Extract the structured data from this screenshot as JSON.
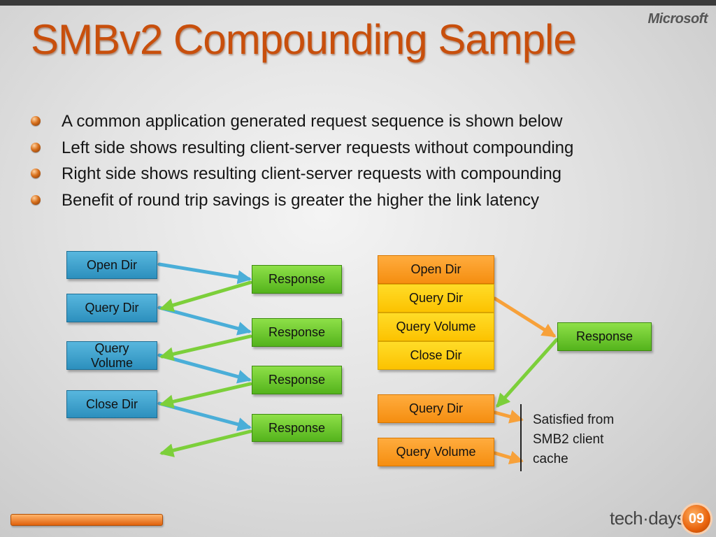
{
  "title": "SMBv2 Compounding Sample",
  "logo": "Microsoft",
  "bullets": [
    "A common application generated request sequence is shown below",
    "Left side shows resulting client-server requests without compounding",
    "Right side shows resulting client-server requests with compounding",
    "Benefit of round trip savings is greater the higher the link latency"
  ],
  "left_diagram": {
    "requests": [
      "Open Dir",
      "Query Dir",
      "Query Volume",
      "Close Dir"
    ],
    "responses": [
      "Response",
      "Response",
      "Response",
      "Response"
    ]
  },
  "right_diagram": {
    "compound": [
      "Open Dir",
      "Query Dir",
      "Query Volume",
      "Close Dir"
    ],
    "response": "Response",
    "cached": [
      "Query Dir",
      "Query Volume"
    ],
    "note_lines": [
      "Satisfied from",
      "SMB2 client",
      "cache"
    ]
  },
  "footer": {
    "brand_text": "tech·days",
    "badge": "09"
  },
  "colors": {
    "title": "#c84f0c",
    "request_blue": "#3ea3cf",
    "response_green": "#6cc82c",
    "orange": "#f79a22",
    "yellow": "#fdcf10",
    "arrow_blue": "#4aaed8",
    "arrow_green": "#7ccf3a",
    "arrow_orange": "#f7a13a"
  }
}
